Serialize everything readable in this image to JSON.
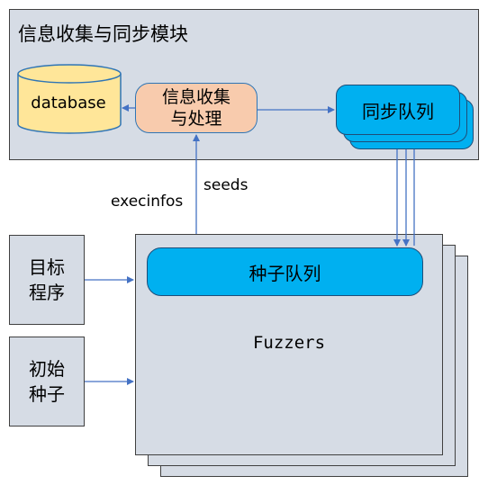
{
  "module": {
    "title": "信息收集与同步模块"
  },
  "database": {
    "label": "database"
  },
  "processor": {
    "line1": "信息收集",
    "line2": "与处理"
  },
  "sync_queue": {
    "label": "同步队列"
  },
  "edges": {
    "seeds": "seeds",
    "execinfos": "execinfos"
  },
  "target_program": {
    "line1": "目标",
    "line2": "程序"
  },
  "initial_seeds": {
    "line1": "初始",
    "line2": "种子"
  },
  "fuzzers": {
    "label": "Fuzzers",
    "seed_queue": "种子队列"
  },
  "colors": {
    "panel": "#d6dce5",
    "database_fill": "#ffe699",
    "processor_fill": "#f8cbad",
    "queue_fill": "#00b0f0",
    "arrow": "#4472c4"
  }
}
